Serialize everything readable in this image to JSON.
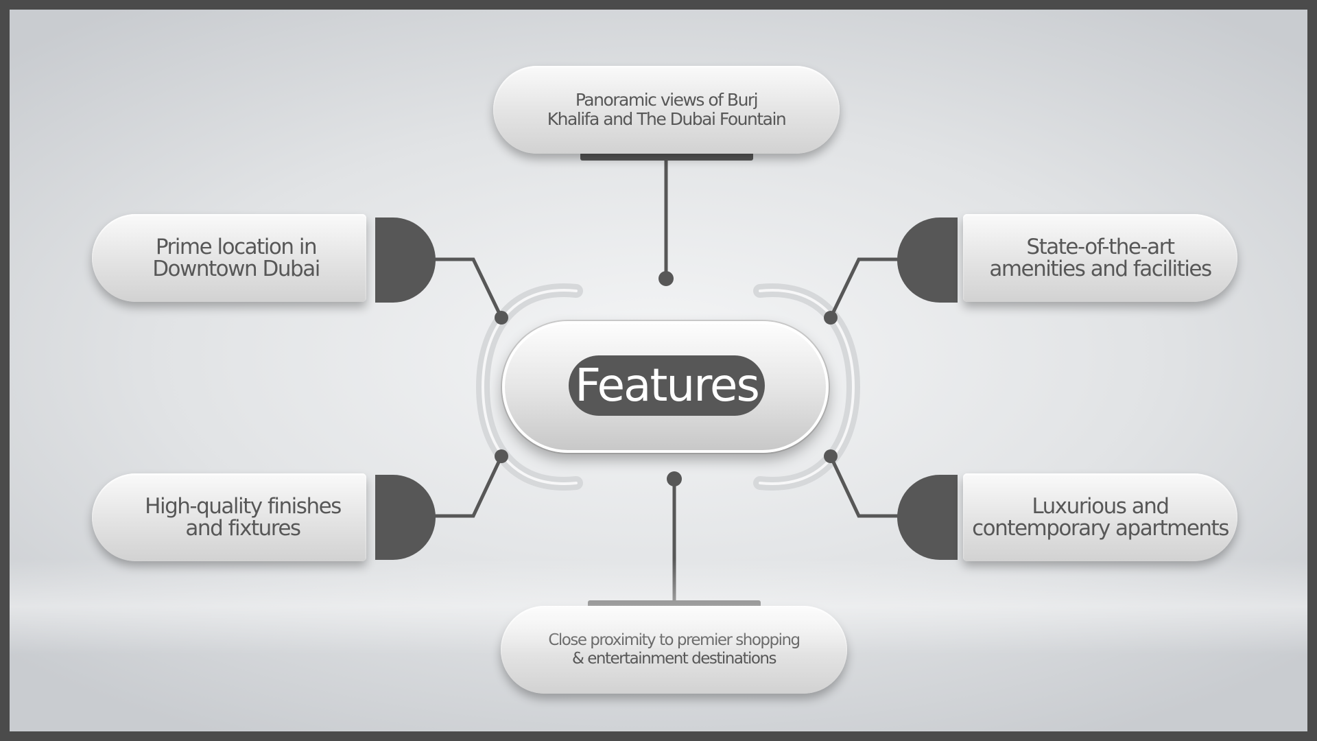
{
  "center": {
    "label": "Features"
  },
  "features": {
    "top": {
      "line1": "Panoramic views of Burj",
      "line2": "Khalifa and The Dubai Fountain"
    },
    "left_top": {
      "line1": "Prime location in",
      "line2": "Downtown Dubai"
    },
    "right_top": {
      "line1": "State-of-the-art",
      "line2": "amenities and facilities"
    },
    "left_bottom": {
      "line1": "High-quality finishes",
      "line2": "and fixtures"
    },
    "right_bottom": {
      "line1": "Luxurious and",
      "line2": "contemporary apartments"
    },
    "bottom": {
      "line1": "Close proximity to premier shopping",
      "line2": "& entertainment destinations"
    }
  },
  "colors": {
    "accent_dark": "#575757",
    "text": "#575757",
    "frame": "#4b4b4b",
    "background": "#e1e3e5"
  }
}
